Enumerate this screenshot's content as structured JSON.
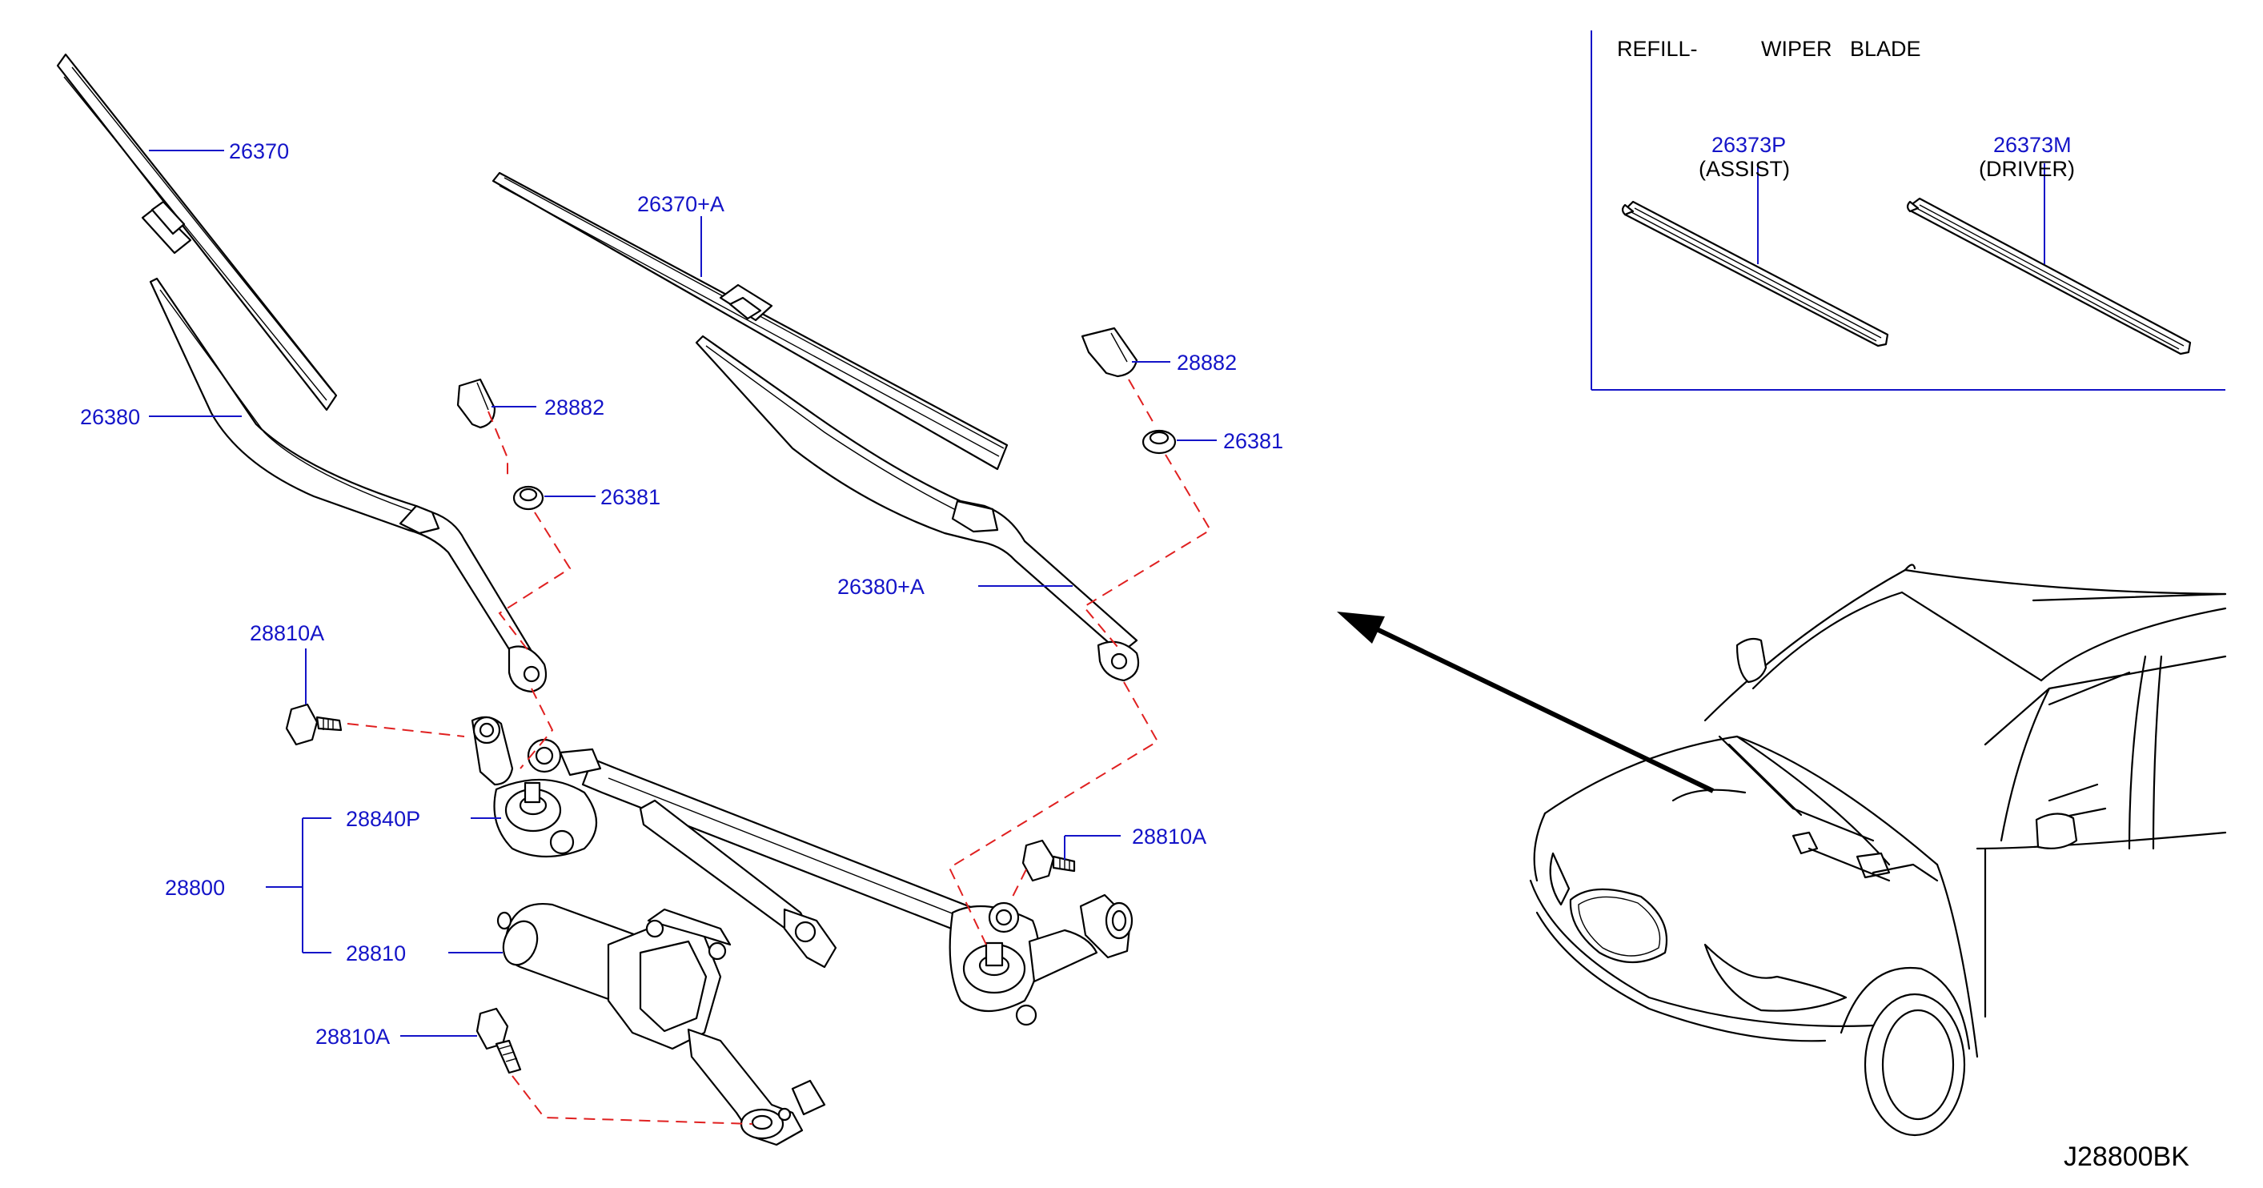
{
  "diagram_code": "J28800BK",
  "inset": {
    "heading_left": "REFILL-",
    "heading_right": "WIPER   BLADE",
    "refills": [
      {
        "part_no": "26373P",
        "note": "(ASSIST)"
      },
      {
        "part_no": "26373M",
        "note": "(DRIVER)"
      }
    ]
  },
  "labels": {
    "blade_left": "26370",
    "blade_right": "26370+A",
    "arm_left": "26380",
    "arm_right": "26380+A",
    "cap_left": "28882",
    "cap_right": "28882",
    "nut_left": "26381",
    "nut_right": "26381",
    "bolt_top": "28810A",
    "bolt_mid": "28810A",
    "bolt_bottom": "28810A",
    "assembly": "28800",
    "linkage": "28840P",
    "motor": "28810"
  },
  "colors": {
    "label": "#1414c8",
    "leader": "#1414c8",
    "dashed": "#e02020",
    "outline": "#000000",
    "inset_border": "#1414c8"
  }
}
